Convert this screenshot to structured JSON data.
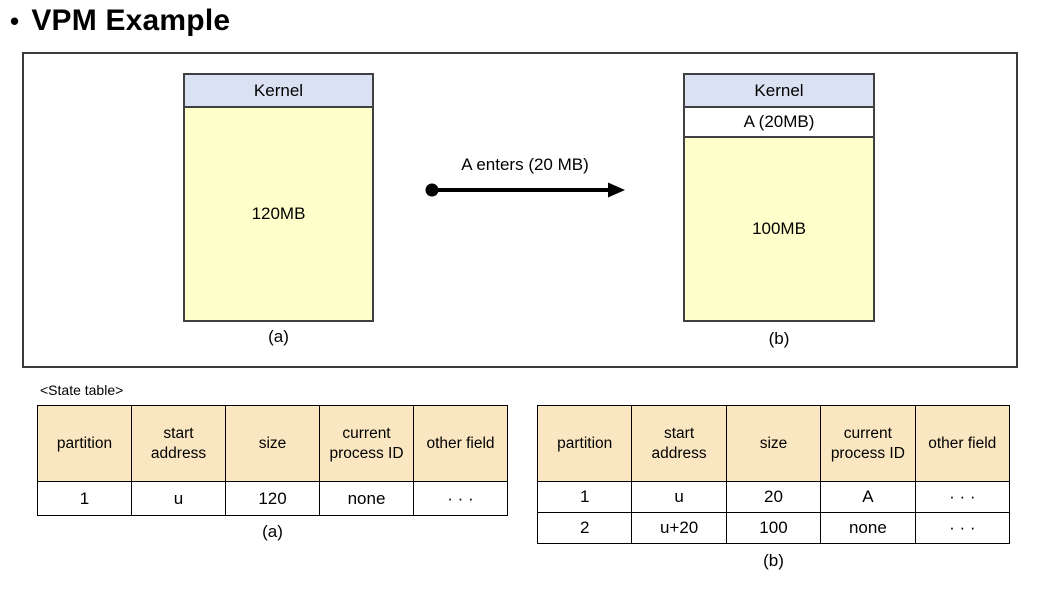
{
  "title": "VPM Example",
  "bullet": "•",
  "colors": {
    "kernel_bg": "#D9E1F2",
    "free_memory_bg": "#FFFFCC",
    "table_header_bg": "#FAE7C1",
    "diagram_border": "#404040"
  },
  "overview": {
    "a": {
      "kernel": "Kernel",
      "free": "120MB",
      "caption": "(a)"
    },
    "transition_label": "A enters (20 MB)",
    "b": {
      "kernel": "Kernel",
      "process": "A (20MB)",
      "free": "100MB",
      "caption": "(b)"
    }
  },
  "state_tables": {
    "label": "<State table>",
    "headers": [
      "partition",
      "start address",
      "size",
      "current process ID",
      "other field"
    ],
    "a": {
      "rows": [
        [
          "1",
          "u",
          "120",
          "none",
          "· · ·"
        ]
      ],
      "caption": "(a)"
    },
    "b": {
      "rows": [
        [
          "1",
          "u",
          "20",
          "A",
          "· · ·"
        ],
        [
          "2",
          "u+20",
          "100",
          "none",
          "· · ·"
        ]
      ],
      "caption": "(b)"
    }
  }
}
